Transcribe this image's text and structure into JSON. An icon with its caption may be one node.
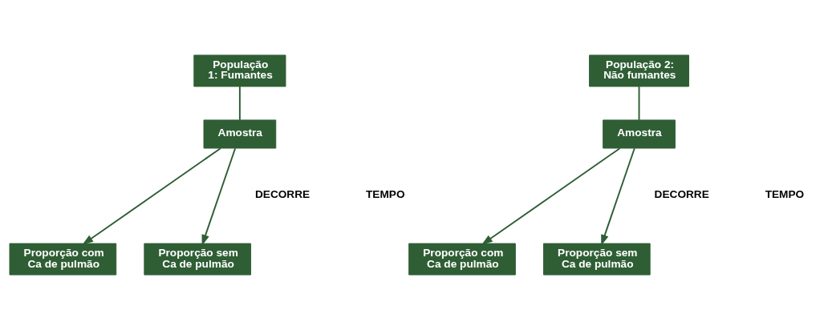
{
  "diagram": {
    "nodes": [
      {
        "text": [
          "População 1: Fumantes"
        ]
      },
      {
        "text": [
          "Amostra"
        ]
      },
      {
        "text": [
          "Proporção com Ca de pulmão"
        ]
      },
      {
        "text": [
          "Proporção sem Ca de pulmão"
        ]
      },
      {
        "text": [
          "População 2: Não fumantes"
        ]
      },
      {
        "text": [
          "Amostra"
        ]
      },
      {
        "text": [
          "Proporção com Ca de pulmão"
        ]
      },
      {
        "text": [
          "Proporção sem Ca de pulmão"
        ]
      }
    ],
    "edges": [
      {
        "from": 0,
        "to": 1,
        "arrow": "none"
      },
      {
        "from": 1,
        "to": 2,
        "arrow": "to"
      },
      {
        "from": 1,
        "to": 3,
        "arrow": "to"
      },
      {
        "from": 4,
        "to": 5,
        "arrow": "none"
      },
      {
        "from": 5,
        "to": 6,
        "arrow": "to"
      },
      {
        "from": 5,
        "to": 7,
        "arrow": "to"
      }
    ],
    "labels": [
      "DECORRE",
      "TEMPO",
      "DECORRE",
      "TEMPO"
    ]
  }
}
